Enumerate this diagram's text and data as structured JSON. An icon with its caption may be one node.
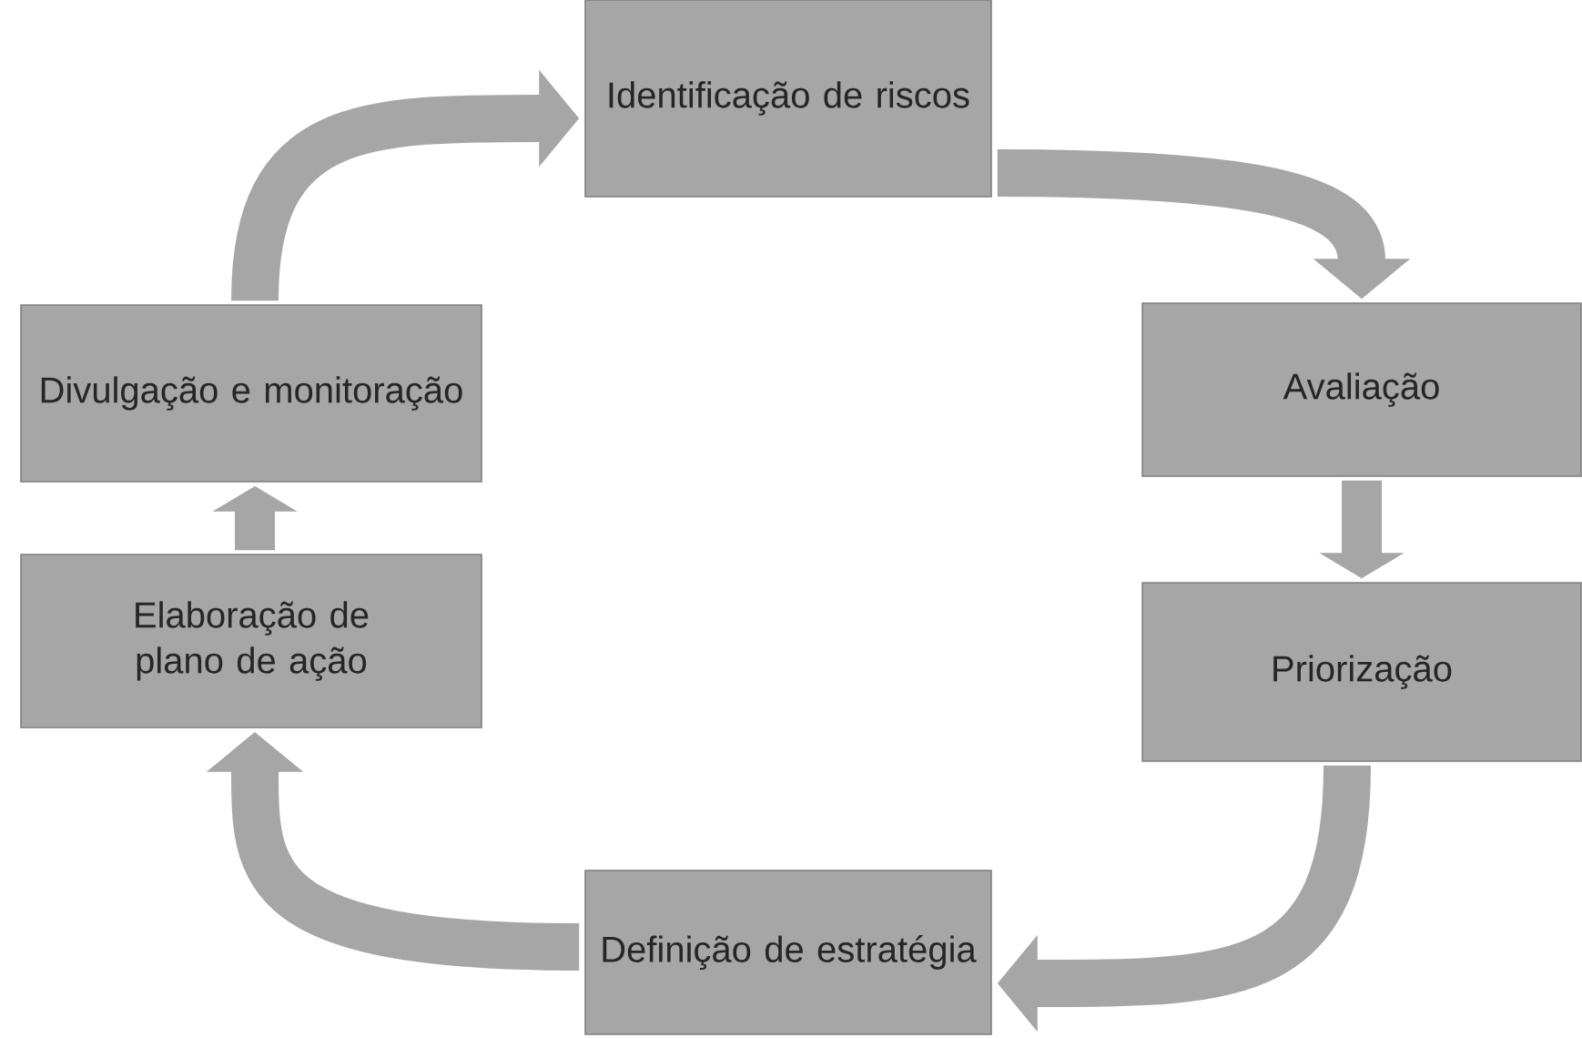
{
  "diagram": {
    "nodes": [
      {
        "text": [
          "Identificação de riscos"
        ]
      },
      {
        "text": [
          "Avaliação"
        ]
      },
      {
        "text": [
          "Priorização"
        ]
      },
      {
        "text": [
          "Definição de estratégia"
        ]
      },
      {
        "text": [
          "Elaboração de plano de ação"
        ]
      },
      {
        "text": [
          "Divulgação e monitoração"
        ]
      }
    ],
    "edges": [
      {
        "from": 0,
        "to": 1,
        "arrow": "to"
      },
      {
        "from": 1,
        "to": 2,
        "arrow": "to"
      },
      {
        "from": 2,
        "to": 3,
        "arrow": "to"
      },
      {
        "from": 3,
        "to": 4,
        "arrow": "to"
      },
      {
        "from": 4,
        "to": 5,
        "arrow": "to"
      },
      {
        "from": 5,
        "to": 0,
        "arrow": "to"
      }
    ]
  }
}
